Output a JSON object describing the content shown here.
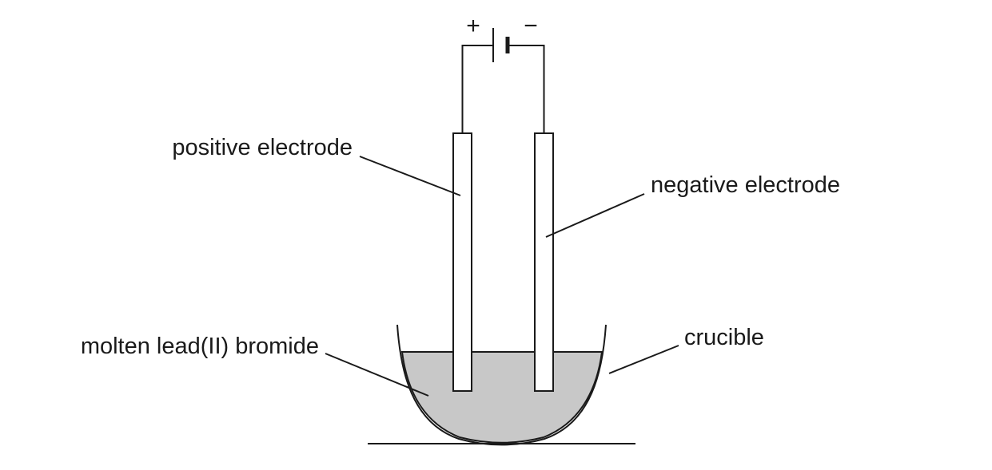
{
  "diagram": {
    "type": "labeled-scientific-diagram",
    "subject": "electrolysis of molten lead(II) bromide",
    "battery": {
      "plus": "+",
      "minus": "−"
    },
    "labels": {
      "positive_electrode": "positive electrode",
      "negative_electrode": "negative electrode",
      "electrolyte": "molten lead(II) bromide",
      "crucible": "crucible"
    },
    "colors": {
      "line": "#1a1a1a",
      "liquid": "#c8c8c8",
      "electrode_fill": "#ffffff",
      "background": "#ffffff"
    }
  }
}
